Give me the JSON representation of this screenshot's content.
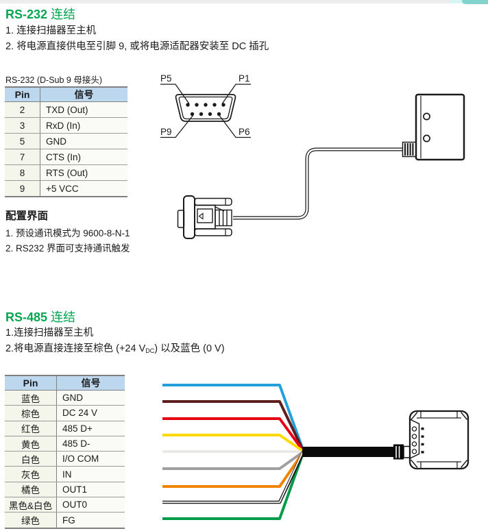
{
  "page_accents": {
    "heading_green": "#00A651",
    "table_header_blue": "#BDD7EE",
    "top_strip_gray": "#EDEDED",
    "top_strip_cyan": "#D4F5F2",
    "top_strip_teal": "#82D3CB"
  },
  "rs232": {
    "title_bold": "RS-232",
    "title_rest": "连结",
    "steps": [
      "1. 连接扫描器至主机",
      "2. 将电源直接供电至引脚 9, 或将电源适配器安装至 DC 插孔"
    ],
    "table_caption": "RS-232 (D-Sub 9 母接头)",
    "table": {
      "headers": {
        "pin": "Pin",
        "signal": "信号"
      },
      "rows": [
        {
          "pin": "2",
          "signal": "TXD (Out)"
        },
        {
          "pin": "3",
          "signal": "RxD (In)"
        },
        {
          "pin": "5",
          "signal": "GND"
        },
        {
          "pin": "7",
          "signal": "CTS (In)"
        },
        {
          "pin": "8",
          "signal": "RTS (Out)"
        },
        {
          "pin": "9",
          "signal": "+5 VCC"
        }
      ]
    },
    "connector_labels": {
      "p5": "P5",
      "p1": "P1",
      "p9": "P9",
      "p6": "P6"
    },
    "config": {
      "heading": "配置界面",
      "items": [
        "1. 预设通讯模式为 9600-8-N-1",
        "2. RS232 界面可支持通讯触发"
      ]
    }
  },
  "rs485": {
    "title_bold": "RS-485",
    "title_rest": "连结",
    "step1": "1.连接扫描器至主机",
    "step2": {
      "prefix": "2.将电源直接连接至棕色 (+24 V",
      "sub": "DC",
      "suffix": ") 以及蓝色 (0 V)"
    },
    "table": {
      "headers": {
        "pin": "Pin",
        "signal": "信号"
      },
      "rows": [
        {
          "pin": "蓝色",
          "signal": "GND"
        },
        {
          "pin": "棕色",
          "signal": "DC 24 V"
        },
        {
          "pin": "红色",
          "signal": "485 D+"
        },
        {
          "pin": "黄色",
          "signal": "485 D-"
        },
        {
          "pin": "白色",
          "signal": "I/O COM"
        },
        {
          "pin": "灰色",
          "signal": "IN"
        },
        {
          "pin": "橘色",
          "signal": "OUT1"
        },
        {
          "pin": "黑色&白色",
          "signal": "OUT0"
        },
        {
          "pin": "绿色",
          "signal": "FG"
        }
      ]
    },
    "wires": [
      {
        "name": "蓝色",
        "hex": "#239FDB"
      },
      {
        "name": "棕色",
        "hex": "#5E1E1E"
      },
      {
        "name": "红色",
        "hex": "#E60013"
      },
      {
        "name": "黄色",
        "hex": "#FFD900"
      },
      {
        "name": "白色",
        "hex": "#EAEAE8"
      },
      {
        "name": "灰色",
        "hex": "#A0A0A0"
      },
      {
        "name": "橘色",
        "hex": "#F08300"
      },
      {
        "name": "黑色&白色",
        "hex": "#1A1A1A",
        "core": "#FFFFFF"
      },
      {
        "name": "绿色",
        "hex": "#009B48"
      }
    ]
  }
}
